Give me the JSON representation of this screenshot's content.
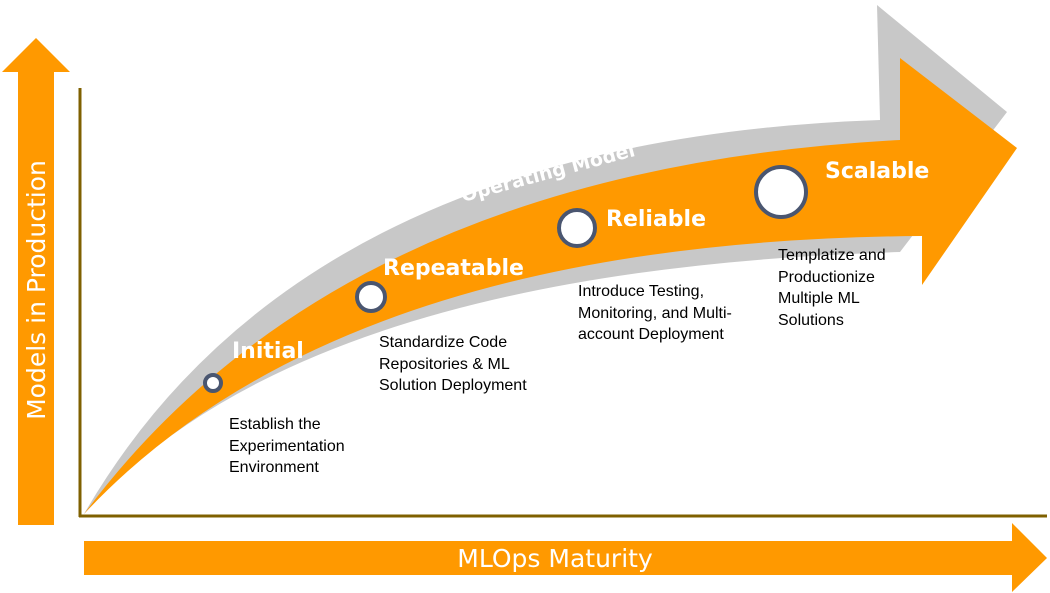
{
  "axes": {
    "y_label": "Models in Production",
    "x_label": "MLOps Maturity"
  },
  "band_label": "Operating Model",
  "stages": [
    {
      "title": "Initial",
      "description": "Establish the\nExperimentation\nEnvironment"
    },
    {
      "title": "Repeatable",
      "description": "Standardize Code\nRepositories & ML\nSolution Deployment"
    },
    {
      "title": "Reliable",
      "description": "Introduce Testing,\nMonitoring, and Multi-\naccount Deployment"
    },
    {
      "title": "Scalable",
      "description": "Templatize and\nProductionize\nMultiple ML\nSolutions"
    }
  ],
  "colors": {
    "orange": "#FF9900",
    "gray": "#C8C8C8",
    "axis_line": "#7F6000",
    "circle_border": "#4A5670"
  }
}
